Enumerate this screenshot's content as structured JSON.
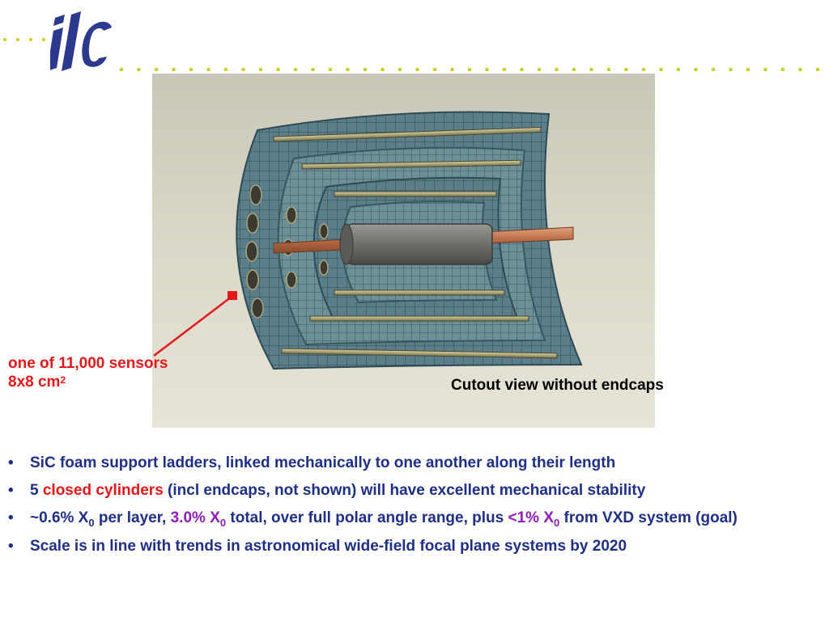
{
  "logo": {
    "text": "ilc"
  },
  "figure": {
    "caption": "Cutout view without endcaps",
    "sensor_label_line1": "one of 11,000 sensors",
    "sensor_label_line2": "8x8 cm",
    "sensor_label_sup": "2"
  },
  "bullets": {
    "b1": "SiC foam support ladders, linked mechanically to one another along their length",
    "b2_pre": "5 ",
    "b2_red": "closed cylinders",
    "b2_post": " (incl endcaps, not shown) will have excellent mechanical stability",
    "b3_a": "~0.6% X",
    "b3_sub1": "0",
    "b3_b": " per layer, ",
    "b3_red": "3.0% X",
    "b3_red_sub": "0",
    "b3_c": " total, over full polar angle range, plus ",
    "b3_purple": "<1% X",
    "b3_purple_sub": "0",
    "b3_d": " from VXD system (goal)",
    "b4": "Scale is in line with trends in astronomical wide-field focal plane systems by 2020"
  },
  "colors": {
    "bullet_text": "#1f2f86",
    "highlight_red": "#e4181b",
    "highlight_purple": "#8f1eb8",
    "logo_blue": "#2b3a8c",
    "dot_green": "#c6d21e"
  }
}
